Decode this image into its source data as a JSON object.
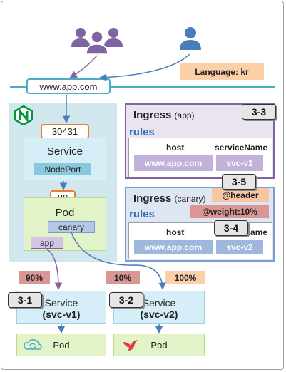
{
  "top": {
    "url": "www.app.com",
    "language": "Language: kr"
  },
  "cluster": {
    "node_port_number": "30431",
    "service_title": "Service",
    "service_type": "NodePort",
    "pod_port": "80",
    "pod_title": "Pod",
    "label_canary": "canary",
    "label_app": "app"
  },
  "ingress_app": {
    "title": "Ingress",
    "subtitle": "(app)",
    "rules_label": "rules",
    "col_host": "host",
    "col_service": "serviceName",
    "host": "www.app.com",
    "service": "svc-v1"
  },
  "ingress_canary": {
    "title": "Ingress",
    "subtitle": "(canary)",
    "rules_label": "rules",
    "col_host": "host",
    "col_service": "serviceName",
    "host": "www.app.com",
    "service": "svc-v2",
    "header_tag": "@header",
    "weight_tag": "@weight:10%"
  },
  "steps": [
    "3-3",
    "3-5",
    "3-4",
    "3-1",
    "3-2"
  ],
  "traffic": {
    "pct_90": "90%",
    "pct_10": "10%",
    "pct_100": "100%"
  },
  "backends": {
    "svc_v1_title": "Service",
    "svc_v1_name": "(svc-v1)",
    "svc_v2_title": "Service",
    "svc_v2_name": "(svc-v2)",
    "pod_v1": "Pod",
    "pod_v2": "Pod"
  },
  "colors": {
    "accent_blue": "#4bacc6",
    "ingress_purple": "#8064a2",
    "users_purple": "#8064a2",
    "user_blue": "#4a7ebb",
    "port_orange": "#ed7d31",
    "tag_pink": "#d99694",
    "tag_peach": "#fbcfa8"
  },
  "icons": {
    "group": "users-group-icon",
    "single": "user-icon",
    "nginx": "nginx-logo-icon",
    "pod_v1": "cloud-sync-icon",
    "pod_v2": "bird-icon"
  }
}
